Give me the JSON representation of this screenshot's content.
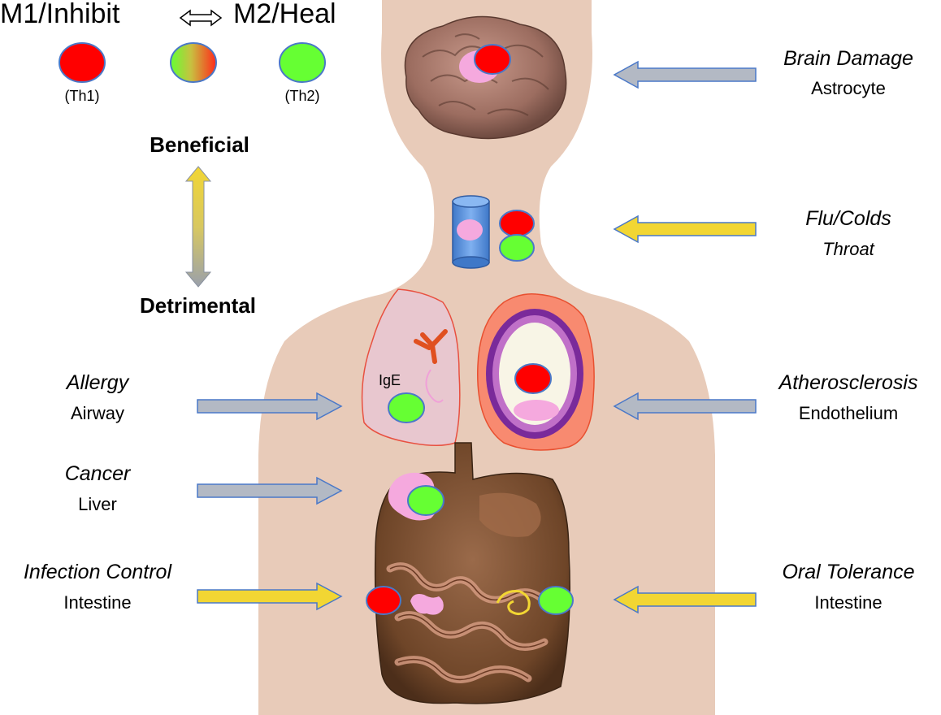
{
  "legend": {
    "m1_label": "M1/Inhibit",
    "m2_label": "M2/Heal",
    "th1_label": "(Th1)",
    "th2_label": "(Th2)"
  },
  "scale": {
    "beneficial": "Beneficial",
    "detrimental": "Detrimental"
  },
  "sites": {
    "brain": {
      "condition": "Brain Damage",
      "tissue": "Astrocyte"
    },
    "throat": {
      "condition": "Flu/Colds",
      "tissue": "Throat"
    },
    "allergy": {
      "condition": "Allergy",
      "tissue": "Airway"
    },
    "athero": {
      "condition": "Atherosclerosis",
      "tissue": "Endothelium"
    },
    "cancer": {
      "condition": "Cancer",
      "tissue": "Liver"
    },
    "infection": {
      "condition": "Infection Control",
      "tissue": "Intestine"
    },
    "oral": {
      "condition": "Oral Tolerance",
      "tissue": "Intestine"
    }
  },
  "lung": {
    "ige_label": "IgE"
  },
  "colors": {
    "m1": "#ff0000",
    "m2": "#66ff33",
    "ring": "#4a78c8",
    "arrow_gray": "#b3b9c4",
    "arrow_yellow": "#f2d633",
    "body": "#e8cbb9",
    "pink": "#f5a9de"
  }
}
